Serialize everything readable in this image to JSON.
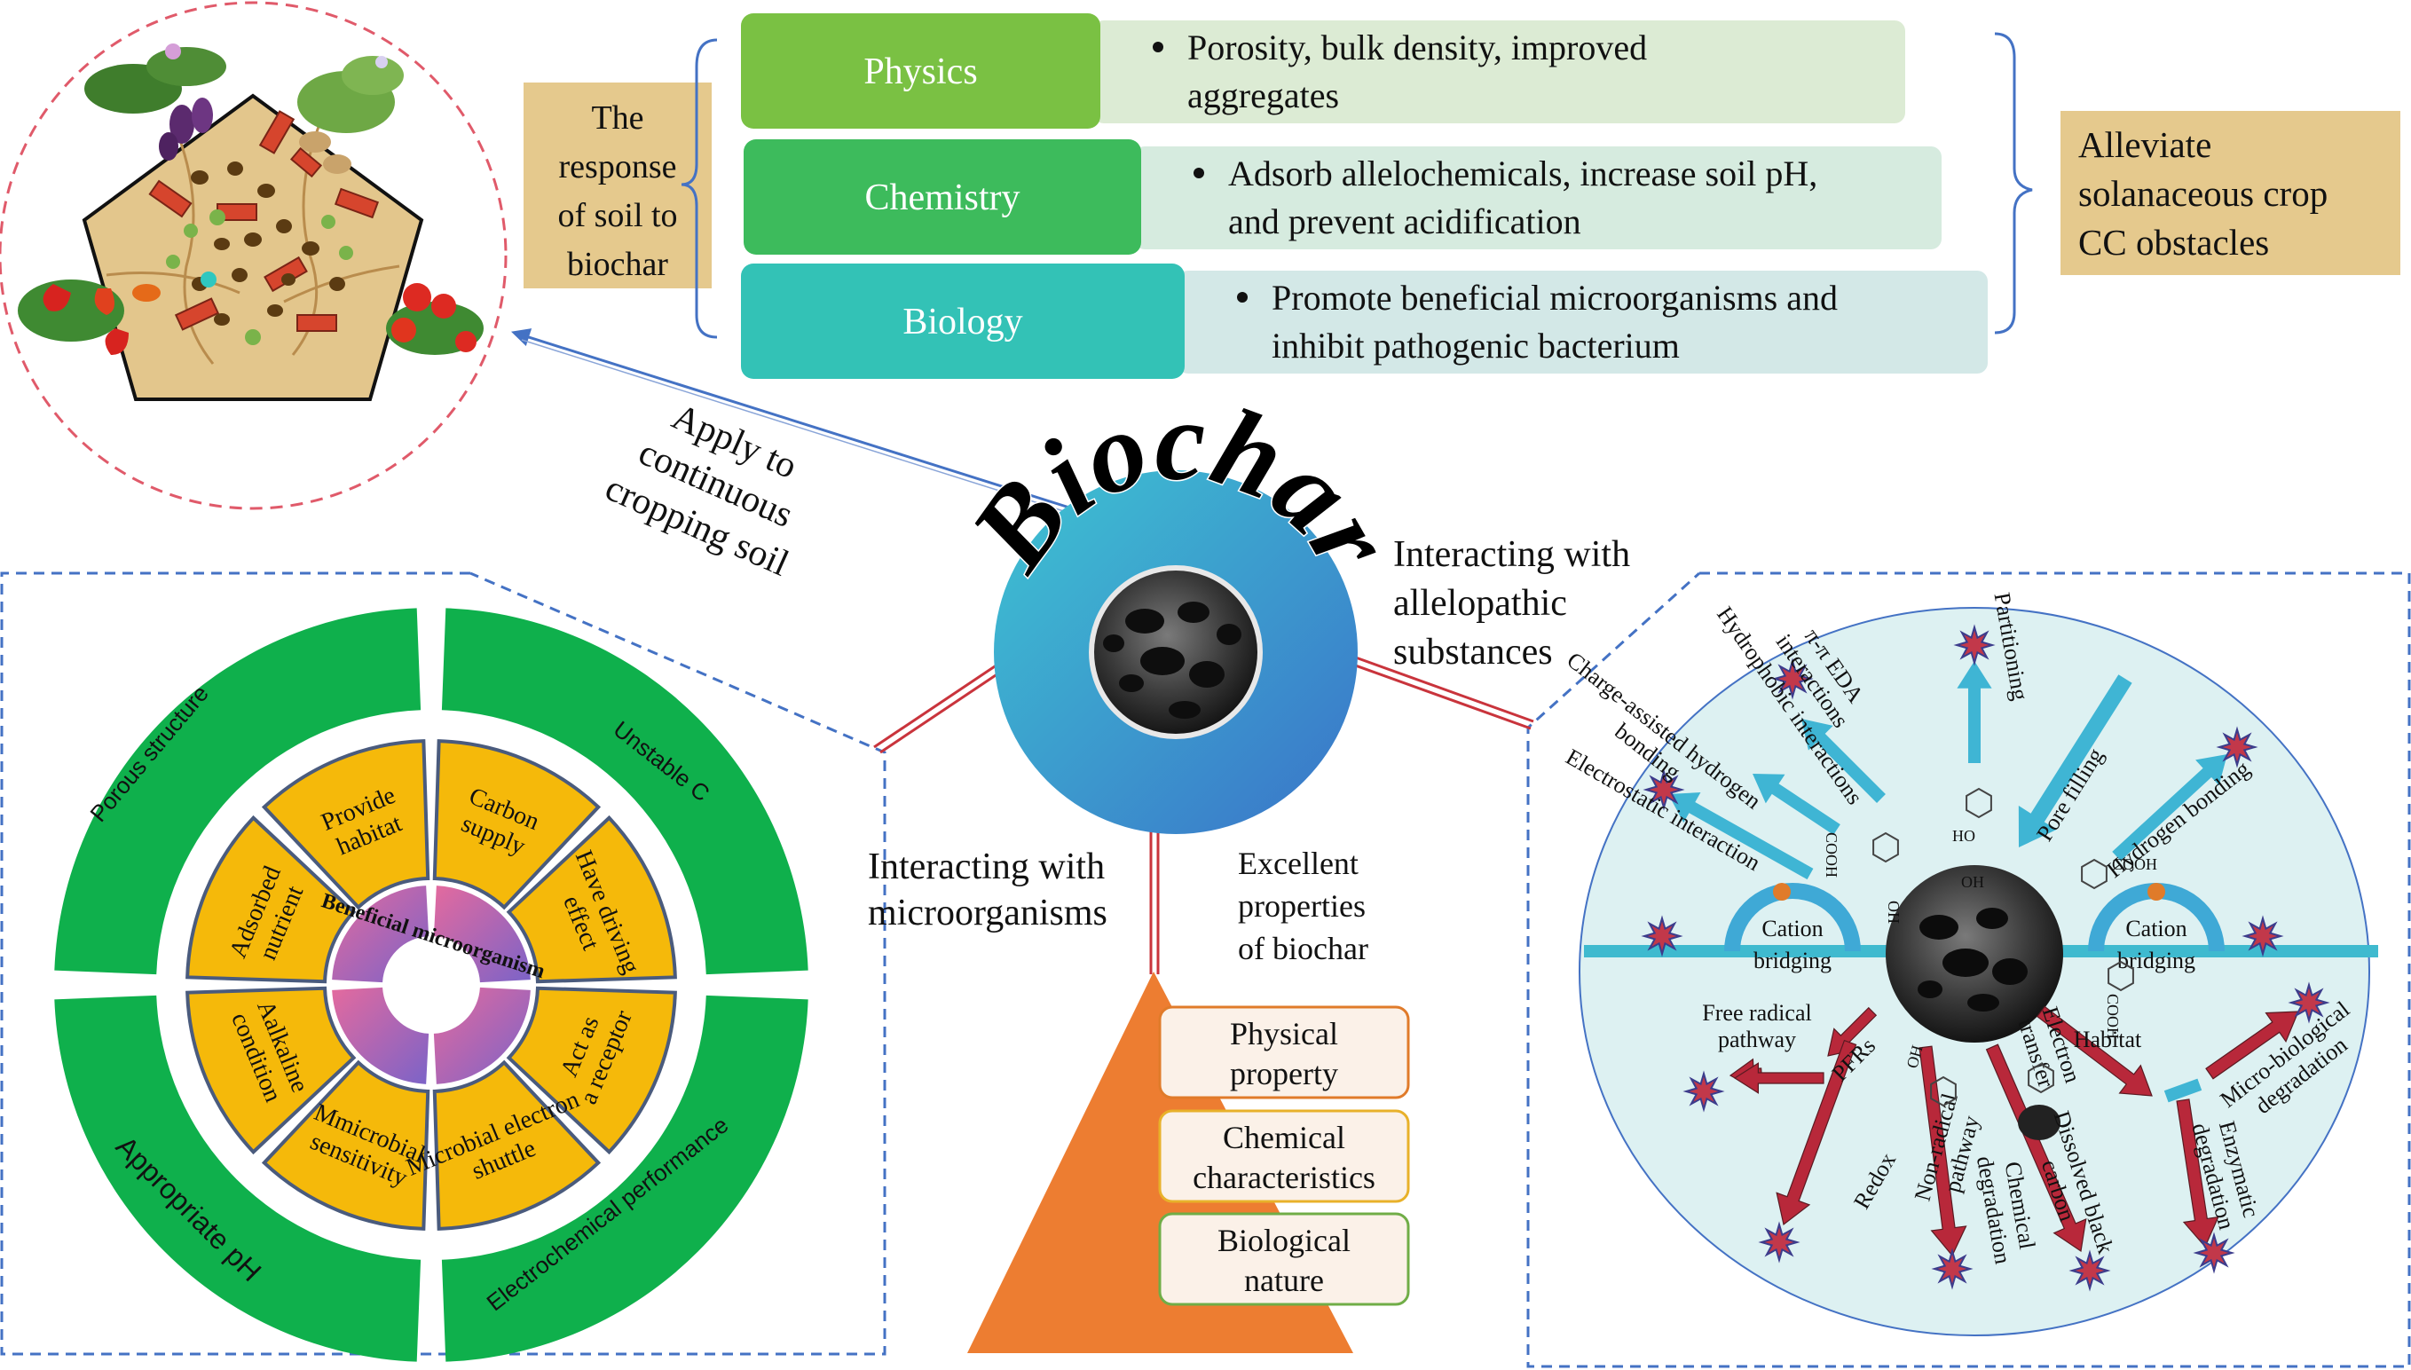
{
  "response_label": [
    "The",
    "response",
    "of soil to",
    "biochar"
  ],
  "categories": [
    {
      "name": "Physics",
      "color": "#7ac143",
      "box": "#dcebd4",
      "lines": [
        "Porosity, bulk density, improved",
        "aggregates"
      ]
    },
    {
      "name": "Chemistry",
      "color": "#3dbb5c",
      "box": "#d6ebdf",
      "lines": [
        "Adsorb allelochemicals, increase soil pH,",
        "and prevent acidification"
      ]
    },
    {
      "name": "Biology",
      "color": "#33c2b6",
      "box": "#d3e8e7",
      "lines": [
        "Promote beneficial microorganisms and",
        "inhibit pathogenic bacterium"
      ]
    }
  ],
  "outcome_label": [
    "Alleviate",
    "solanaceous crop",
    "CC obstacles"
  ],
  "center_title": "Biochar",
  "apply_label": [
    "Apply to",
    "continuous",
    "cropping soil"
  ],
  "allelopathic_label": [
    "Interacting with",
    "allelopathic",
    "substances"
  ],
  "microorganisms_label": [
    "Interacting with",
    "microorganisms"
  ],
  "properties_label": [
    "Excellent",
    "properties",
    "of biochar"
  ],
  "properties": [
    {
      "lines": [
        "Physical",
        "property"
      ],
      "border": "#e07b2a"
    },
    {
      "lines": [
        "Chemical",
        "characteristics"
      ],
      "border": "#e8b12a"
    },
    {
      "lines": [
        "Biological",
        "nature"
      ],
      "border": "#70ad47"
    }
  ],
  "micro_wheel": {
    "outer": [
      "Porous structure",
      "Unstable C",
      "Electrochemical performance",
      "Appropriate pH"
    ],
    "inner": [
      "Provide habitat",
      "Carbon supply",
      "Have driving effect",
      "Act as a receptor",
      "Microbial electron shuttle",
      "Mmicrobial sensitivity",
      "Aalkaline condition",
      "Adsorbed nutrient"
    ],
    "center": "Beneficial microorganism",
    "colors": {
      "outer": "#0fb04c",
      "inner": "#f5b90a",
      "inner_border": "#4a5b7d"
    }
  },
  "allelopathy": {
    "upper": [
      "Partitioning",
      "π-π EDA interactions",
      "Hydrophobic interactions",
      "Charge-assisted hydrogen bonding",
      "Electrostatic interaction",
      "Pore filling",
      "Hydrogen bonding"
    ],
    "bridges": [
      "Cation bridging",
      "Cation bridging"
    ],
    "lower": [
      "Free radical pathway",
      "PFRs",
      "Redox",
      "Non-radical pathway",
      "Electron transfer",
      "Chemical degradation",
      "Dissolved black carbon",
      "Habitat",
      "Micro-biological degradation",
      "Enzymatic degradation"
    ],
    "chem": [
      "COOH",
      "HO",
      "OH",
      "COOH",
      "OH",
      "COOH",
      "OH"
    ],
    "colors": {
      "circle": "#ddf1f2",
      "upper_arrow": "#3fb5d4",
      "lower_arrow": "#b8283a",
      "star": "#c2384a"
    }
  },
  "palette": {
    "dash_blue": "#4472c4",
    "tan": "#e5c98d",
    "orange": "#ed7d31"
  }
}
